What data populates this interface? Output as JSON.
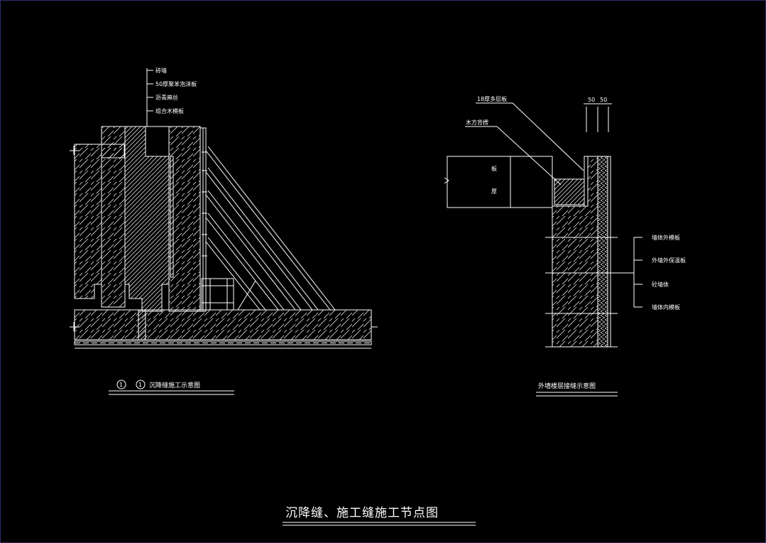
{
  "drawing_title": "沉降缝、施工缝施工节点图",
  "left_detail": {
    "caption": "沉降缝施工示意图",
    "caption_prefix_a": "1",
    "caption_prefix_b": "1",
    "callouts": [
      "砖墙",
      "50厚聚苯泡沫板",
      "沥青麻丝",
      "组合木模板"
    ]
  },
  "right_detail": {
    "caption": "外墙楼层接缝示意图",
    "top_callouts": [
      "18厚多层板",
      "木方背楞"
    ],
    "dimension_a": "50",
    "dimension_b": "50",
    "slab_mark_a": "板",
    "slab_mark_b": "厚",
    "side_callouts": [
      "墙体外模板",
      "外墙外保温板",
      "砼墙体",
      "墙体内模板"
    ]
  },
  "colors": {
    "background": "#000000",
    "linework": "#ffffff",
    "frame": "#2a2f6a"
  }
}
